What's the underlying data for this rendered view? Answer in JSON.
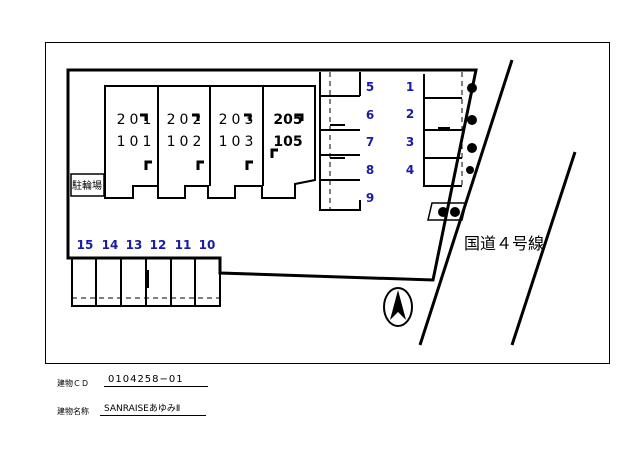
{
  "map": {
    "units_upper": [
      "201",
      "202",
      "203",
      "205"
    ],
    "units_lower": [
      "101",
      "102",
      "103",
      "105"
    ],
    "bike_parking": "駐輪場",
    "road_label": "国道４号線",
    "parking_numbers_right": [
      "1",
      "2",
      "3",
      "4"
    ],
    "parking_numbers_middle": [
      "5",
      "6",
      "7",
      "8",
      "9"
    ],
    "parking_numbers_bottom": [
      "15",
      "14",
      "13",
      "12",
      "11",
      "10"
    ],
    "colors": {
      "parking_number": "#1a1aa6",
      "line": "#000000"
    }
  },
  "footer": {
    "building_cd_label": "建物ＣＤ",
    "building_cd_value": "0104258−01",
    "building_name_label": "建物名称",
    "building_name_value": "SANRAISEあゆみⅡ"
  }
}
